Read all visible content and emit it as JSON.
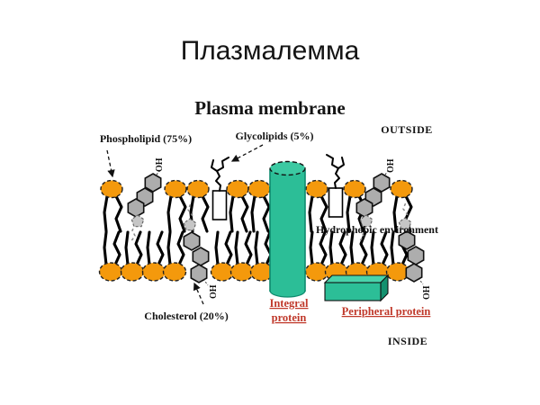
{
  "slide": {
    "title": "Плазмалемма",
    "subtitle": "Plasma membrane"
  },
  "labels": {
    "phospholipid": "Phospholipid (75%)",
    "glycolipids": "Glycolipids (5%)",
    "outside": "OUTSIDE",
    "hydrophobic": "Hydrophobic environment",
    "cholesterol": "Cholesterol (20%)",
    "integral_line1": "Integral",
    "integral_line2": "protein",
    "peripheral": "Peripheral protein",
    "inside": "INSIDE",
    "oh": "OH"
  },
  "colors": {
    "head_orange": "#F4990C",
    "ring_gray": "#ADADAD",
    "protein_teal": "#2CBE97",
    "protein_teal_light": "#49D3AB",
    "protein_teal_dark": "#13916F",
    "label_red": "#C0392B",
    "text_black": "#141414"
  }
}
